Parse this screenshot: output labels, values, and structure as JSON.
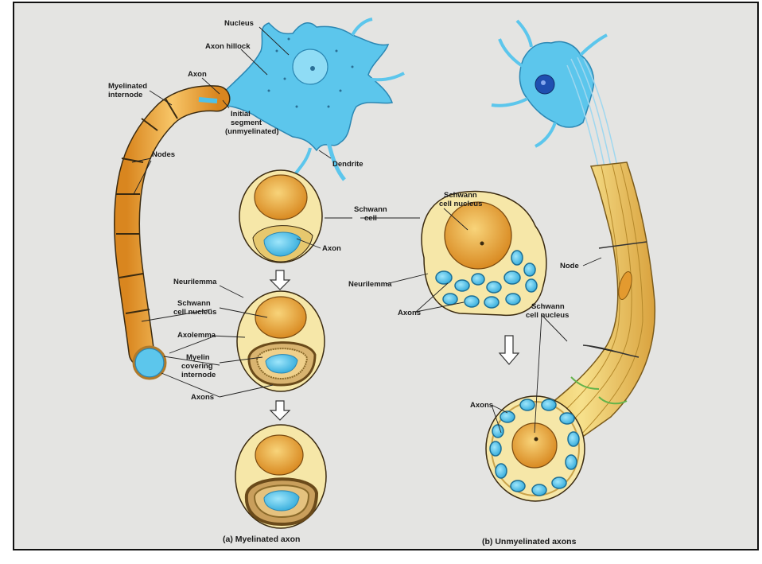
{
  "panel_a": {
    "caption": "(a) Myelinated axon",
    "labels": {
      "nucleus": "Nucleus",
      "axon_hillock": "Axon hillock",
      "axon": "Axon",
      "myelinated_internode_1": "Myelinated",
      "myelinated_internode_2": "internode",
      "initial_segment_1": "Initial",
      "initial_segment_2": "segment",
      "initial_segment_3": "(unmyelinated)",
      "dendrite": "Dendrite",
      "nodes": "Nodes",
      "schwann_cell_1": "Schwann",
      "schwann_cell_2": "cell",
      "axon_cs": "Axon",
      "neurilemma": "Neurilemma",
      "schwann_nucleus_1": "Schwann",
      "schwann_nucleus_2": "cell nucleus",
      "axolemma": "Axolemma",
      "myelin_1": "Myelin",
      "myelin_2": "covering",
      "myelin_3": "internode",
      "axons": "Axons"
    }
  },
  "panel_b": {
    "caption": "(b) Unmyelinated axons",
    "labels": {
      "schwann_nucleus_1": "Schwann",
      "schwann_nucleus_2": "cell nucleus",
      "neurilemma": "Neurilemma",
      "axons": "Axons",
      "node": "Node",
      "schwann_nucleus_b_1": "Schwann",
      "schwann_nucleus_b_2": "cell nucleus",
      "axons_cs": "Axons"
    }
  },
  "colors": {
    "background": "#e4e4e2",
    "neuron_blue": "#4fc1e8",
    "myelin_orange": "#f0a63a",
    "schwann_cream": "#f6e7a8",
    "nucleus_orange": "#e8a23a",
    "outline": "#3a2a10"
  }
}
